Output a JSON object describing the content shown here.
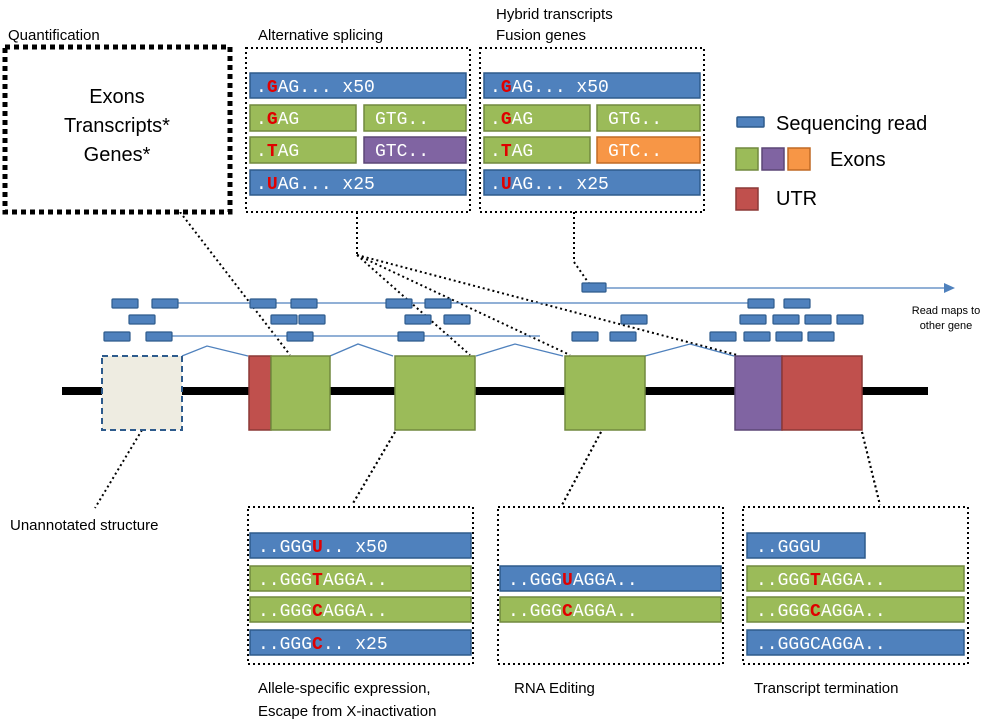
{
  "colors": {
    "read": "#4f81bd",
    "read_border": "#2e5b8c",
    "exon_green": "#9bbb59",
    "exon_green_border": "#71893f",
    "exon_purple": "#8064a2",
    "exon_orange": "#f79646",
    "utr": "#c0504d",
    "highlight": "#e00000",
    "unannotated_fill": "#eeece1",
    "genome_line": "#000000"
  },
  "panels": {
    "quantification": {
      "title": "Quantification",
      "lines": [
        "Exons",
        "Transcripts*",
        "Genes*"
      ]
    },
    "alternative_splicing": {
      "title": "Alternative splicing",
      "rows": [
        {
          "pre": ".",
          "hl": "G",
          "post": "AG... x50"
        },
        {
          "pre": ".",
          "hl": "G",
          "post": "AG",
          "second": "GTG.."
        },
        {
          "pre": ".",
          "hl": "T",
          "post": "AG",
          "second": "GTC.."
        },
        {
          "pre": ".",
          "hl": "U",
          "post": "AG... x25"
        }
      ]
    },
    "hybrid": {
      "title_line1": "Hybrid transcripts",
      "title_line2": "Fusion genes",
      "rows": [
        {
          "pre": ".",
          "hl": "G",
          "post": "AG... x50"
        },
        {
          "pre": ".",
          "hl": "G",
          "post": "AG",
          "second": "GTG.."
        },
        {
          "pre": ".",
          "hl": "T",
          "post": "AG",
          "second": "GTC.."
        },
        {
          "pre": ".",
          "hl": "U",
          "post": "AG... x25"
        }
      ]
    },
    "allele_specific": {
      "title_line1": "Allele-specific expression,",
      "title_line2": "Escape from X-inactivation",
      "rows": [
        {
          "pre": "..GGG",
          "hl": "U",
          "post": ".. x50"
        },
        {
          "pre": "..GGG",
          "hl": "T",
          "post": "AGGA.."
        },
        {
          "pre": "..GGG",
          "hl": "C",
          "post": "AGGA.."
        },
        {
          "pre": "..GGG",
          "hl": "C",
          "post": ".. x25"
        }
      ]
    },
    "rna_editing": {
      "title": "RNA Editing",
      "rows": [
        {
          "pre": "..GGG",
          "hl": "U",
          "post": "AGGA.."
        },
        {
          "pre": "..GGG",
          "hl": "C",
          "post": "AGGA.."
        }
      ]
    },
    "termination": {
      "title": "Transcript termination",
      "rows": [
        {
          "pre": "..GGGU",
          "hl": "",
          "post": ""
        },
        {
          "pre": "..GGG",
          "hl": "T",
          "post": "AGGA.."
        },
        {
          "pre": "..GGG",
          "hl": "C",
          "post": "AGGA.."
        },
        {
          "pre": "..GGGCAGGA..",
          "hl": "",
          "post": ""
        }
      ]
    }
  },
  "legend": {
    "read_label": "Sequencing read",
    "exons_label": "Exons",
    "utr_label": "UTR"
  },
  "labels": {
    "unannotated": "Unannotated structure",
    "read_maps_line1": "Read maps to",
    "read_maps_line2": "other gene"
  }
}
